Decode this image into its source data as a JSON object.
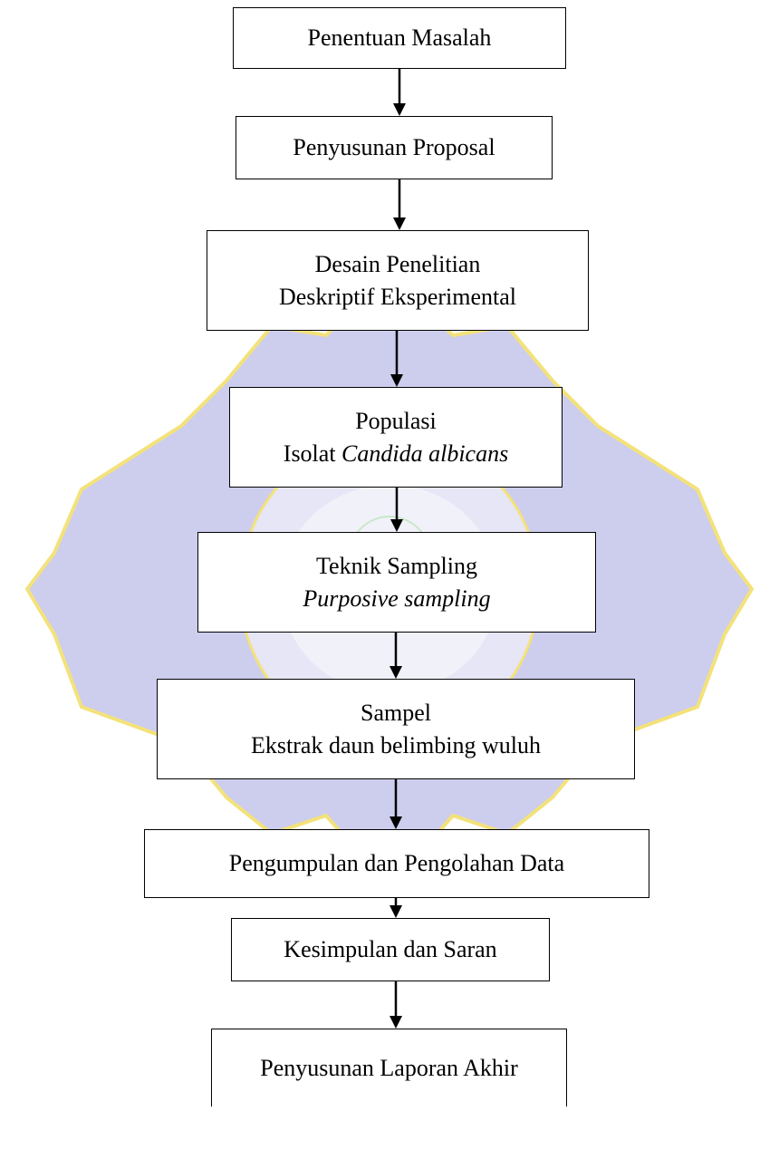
{
  "colors": {
    "watermark_fill": "#cdcdee",
    "watermark_edge": "#f3e27a",
    "box_border": "#000000",
    "text": "#000000"
  },
  "steps": [
    {
      "id": "penentuan-masalah",
      "lines": [
        {
          "text": "Penentuan Masalah"
        }
      ]
    },
    {
      "id": "penyusunan-proposal",
      "lines": [
        {
          "text": "Penyusunan Proposal"
        }
      ]
    },
    {
      "id": "desain-penelitian",
      "lines": [
        {
          "text": "Desain Penelitian"
        },
        {
          "text": "Deskriptif Eksperimental"
        }
      ]
    },
    {
      "id": "populasi",
      "lines": [
        {
          "text": "Populasi"
        },
        {
          "prefix": "Isolat ",
          "italic": "Candida albicans"
        }
      ]
    },
    {
      "id": "teknik-sampling",
      "lines": [
        {
          "text": "Teknik Sampling"
        },
        {
          "italic": "Purposive sampling"
        }
      ]
    },
    {
      "id": "sampel",
      "lines": [
        {
          "text": "Sampel"
        },
        {
          "text": "Ekstrak daun belimbing wuluh"
        }
      ]
    },
    {
      "id": "pengumpulan-data",
      "lines": [
        {
          "text": "Pengumpulan dan Pengolahan Data"
        }
      ]
    },
    {
      "id": "kesimpulan-saran",
      "lines": [
        {
          "text": "Kesimpulan dan Saran"
        }
      ]
    },
    {
      "id": "penyusunan-laporan",
      "lines": [
        {
          "text": "Penyusunan Laporan Akhir"
        }
      ]
    }
  ]
}
